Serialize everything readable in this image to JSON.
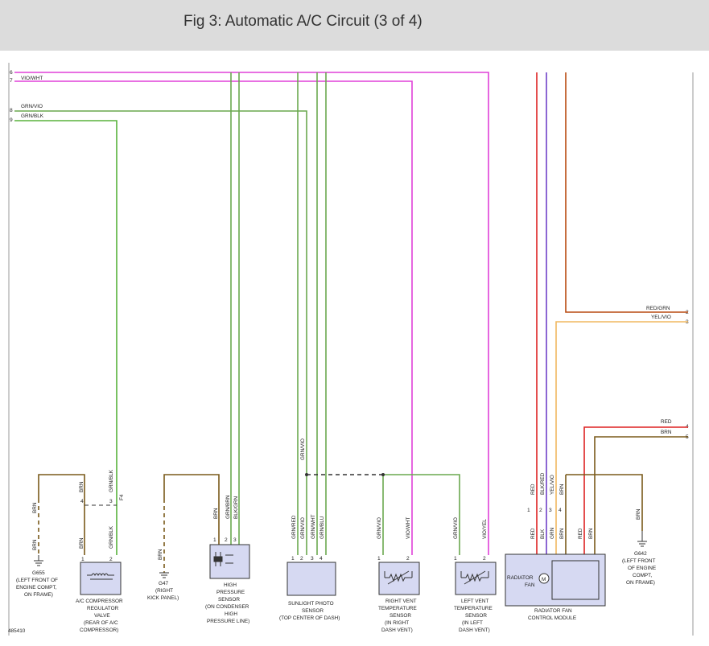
{
  "title": "Fig 3: Automatic A/C Circuit (3 of 4)",
  "figure_id": "485410",
  "colors": {
    "violet_white": "#e040d8",
    "green_violet": "#6aa84f",
    "green_black": "#58b23c",
    "brown": "#7a5a1a",
    "red": "#dd2222",
    "violet": "#7040c8",
    "yellow_violet": "#f0b860",
    "red_green": "#b84a10",
    "component_fill": "#d6d9f2"
  },
  "left_connector": [
    {
      "pin": "6",
      "wire": ""
    },
    {
      "pin": "7",
      "wire": "VIO/WHT"
    },
    {
      "pin": "8",
      "wire": "GRN/VIO"
    },
    {
      "pin": "9",
      "wire": "GRN/BLK"
    }
  ],
  "right_connector": [
    {
      "pin": "2",
      "wire": "RED/GRN"
    },
    {
      "pin": "3",
      "wire": "YEL/VIO"
    },
    {
      "pin": "4",
      "wire": "RED"
    },
    {
      "pin": "5",
      "wire": "BRN"
    }
  ],
  "grounds": {
    "g655": {
      "name": "G655",
      "lines": [
        "(LEFT FRONT OF",
        "ENGINE COMPT,",
        "ON FRAME)"
      ]
    },
    "g47": {
      "name": "G47",
      "lines": [
        "(RIGHT",
        "KICK PANEL)"
      ]
    },
    "g642": {
      "name": "G642",
      "lines": [
        "(LEFT FRONT",
        "OF ENGINE",
        "COMPT,",
        "ON FRAME)"
      ]
    }
  },
  "components": {
    "ac_valve": {
      "lines": [
        "A/C COMPRESSOR",
        "REGULATOR",
        "VALVE",
        "(REAR OF A/C",
        "COMPRESSOR)"
      ],
      "pins": [
        "1",
        "2"
      ],
      "upper_pins": [
        "4",
        "3"
      ],
      "wires_upper": [
        "BRN",
        "BRN",
        "GRN/BLK"
      ],
      "wires_lower": [
        "BRN",
        "BRN",
        "GRN/BLK"
      ],
      "bracket": "F4"
    },
    "high_pressure": {
      "lines": [
        "HIGH",
        "PRESSURE",
        "SENSOR",
        "(ON CONDENSER",
        "HIGH",
        "PRESSURE LINE)"
      ],
      "pins": [
        "1",
        "2",
        "3"
      ],
      "wires": [
        "BRN",
        "GRN/BRN",
        "BLK/GRN"
      ],
      "ground_wire": "BRN"
    },
    "sunlight": {
      "lines": [
        "SUNLIGHT PHOTO",
        "SENSOR",
        "(TOP CENTER OF DASH)"
      ],
      "pins": [
        "1",
        "2",
        "3",
        "4"
      ],
      "wires": [
        "GRN/RED",
        "GRN/VIO",
        "GRN/WHT",
        "GRN/BLU"
      ],
      "upper_wire": "GRN/VIO"
    },
    "right_vent": {
      "lines": [
        "RIGHT VENT",
        "TEMPERATURE",
        "SENSOR",
        "(IN RIGHT",
        "DASH VENT)"
      ],
      "pins": [
        "1",
        "2"
      ],
      "wires": [
        "GRN/VIO",
        "VIO/WHT"
      ]
    },
    "left_vent": {
      "lines": [
        "LEFT VENT",
        "TEMPERATURE",
        "SENSOR",
        "(IN LEFT",
        "DASH VENT)"
      ],
      "pins": [
        "1",
        "2"
      ],
      "wires": [
        "GRN/VIO",
        "VIO/YEL"
      ]
    },
    "radiator": {
      "lines": [
        "RADIATOR FAN",
        "CONTROL MODULE"
      ],
      "fan_lines": [
        "RADIATOR",
        "FAN"
      ],
      "motor": "M",
      "upper_pins": [
        "1",
        "2",
        "3",
        "4"
      ],
      "upper_wires": [
        "RED",
        "BLK/RED",
        "YEL/VIO",
        "BRN"
      ],
      "lower_wires": [
        "RED",
        "BLK",
        "GRN",
        "BRN",
        "RED",
        "BRN"
      ],
      "ground_wire": "BRN"
    }
  }
}
